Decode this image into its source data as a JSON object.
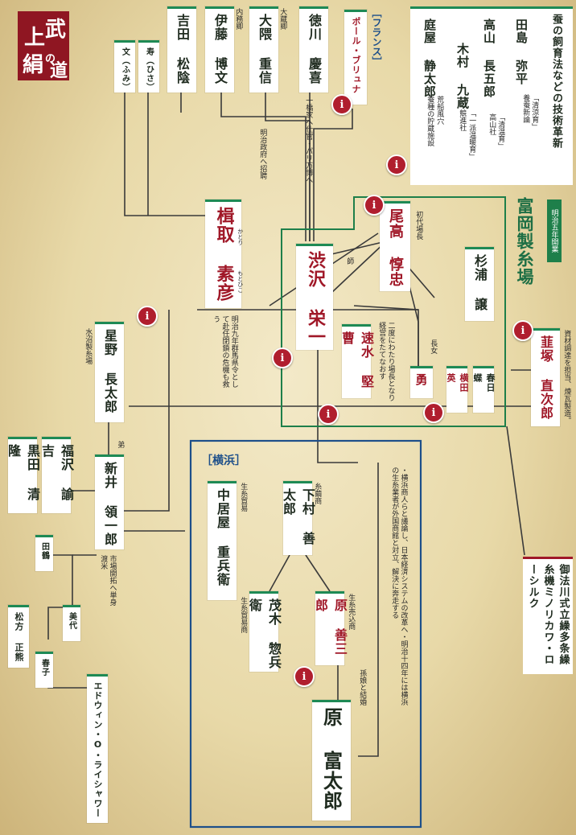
{
  "logo": {
    "c1": "上",
    "c2": "武",
    "c3": "絹",
    "c4": "の",
    "c5": "道"
  },
  "regions": {
    "france": "［フランス］",
    "yokohama": "［横浜］",
    "tomioka": "富岡製糸場",
    "tomioka_badge": "明治五年開業"
  },
  "people": {
    "bun": "文（ふみ）",
    "hisa": "寿（ひさ）",
    "yoshida": "吉田 松陰",
    "ito": "伊藤 博文",
    "ito_role": "内務卿",
    "okuma": "大隈 重信",
    "okuma_role": "大蔵卿",
    "tokugawa": "徳川 慶喜",
    "brunat": "ポール・ブリュナ",
    "odaka": "尾高 惇忠",
    "sugiura": "杉浦 譲",
    "katori": "楫取 素彦",
    "katori_ruby1": "かとり",
    "katori_ruby2": "もとひこ",
    "shibusawa": "渋沢 栄一",
    "hayami": "速水 堅曹",
    "yu": "勇",
    "yokota": "横田 英",
    "kasuga": "春日 蝶",
    "nirazuka": "韮塚 直次郎",
    "hoshino": "星野 長太郎",
    "arai": "新井 領一郎",
    "kuroda": "黒田 清隆",
    "fukuzawa": "福沢 諭吉",
    "tazu": "田鶴",
    "mishiro": "美代",
    "matsukata": "松方 正熊",
    "haru": "春子",
    "reischauer": "エドウィン・O・ライシャワー",
    "nakaiya": "中居屋 重兵衛",
    "shimomura": "下村 善太郎",
    "mogi": "茂木 惣兵衛",
    "hara_zen": "原 善三郎",
    "hara_tomi": "原 富太郎"
  },
  "kinu": {
    "title": "蚕の飼育法などの技術革新",
    "tajima": "田島 弥平",
    "tajima_note1": "「清涼育」",
    "tajima_note2": "養蚕新論",
    "takayama": "高山 長五郎",
    "takayama_note1": "「清温育」",
    "takayama_note2": "高山社",
    "kimura": "木村 九蔵",
    "kimura_note1": "「一派温暖育」",
    "kimura_note2": "競進社",
    "niwaya": "庭屋 静太郎",
    "niwaya_note1": "荒船風穴",
    "niwaya_note2": "蚕種の貯蔵施設"
  },
  "notes": {
    "tokugawa": "一橋家へ仕官・パリ万博へ",
    "meiji": "明治政府へ招聘",
    "shi": "師",
    "odaka": "初代場長",
    "katori": "明治九年群馬県令として赴任閉鎖の危機も救う",
    "hayami": "二度にわたり場長となり経営をたてなおす",
    "chojo": "長女",
    "nirazuka": "資材調達を担当、煉瓦製造。",
    "hoshino": "水沼製糸場",
    "otouto": "弟",
    "arai": "市場開拓へ単身渡米",
    "nakaiya": "生糸貿易",
    "shimomura": "糸繭商",
    "mogi": "生糸貿易商",
    "hara_zen": "生糸売込商",
    "hara_tomi": "孫娘と結婚",
    "yokohama": "・横浜商人らと議論し、日本経済システムの改革へ・明治十四年には横浜の生糸業者が外国商館と対立、解決に奔走する",
    "mino": "御法川式立繰多条繰糸機ミノリカワ・ローシルク"
  },
  "icons": {
    "info": "i"
  },
  "colors": {
    "green": "#1e8a55",
    "red": "#a01828",
    "blue": "#1d4f8a"
  }
}
